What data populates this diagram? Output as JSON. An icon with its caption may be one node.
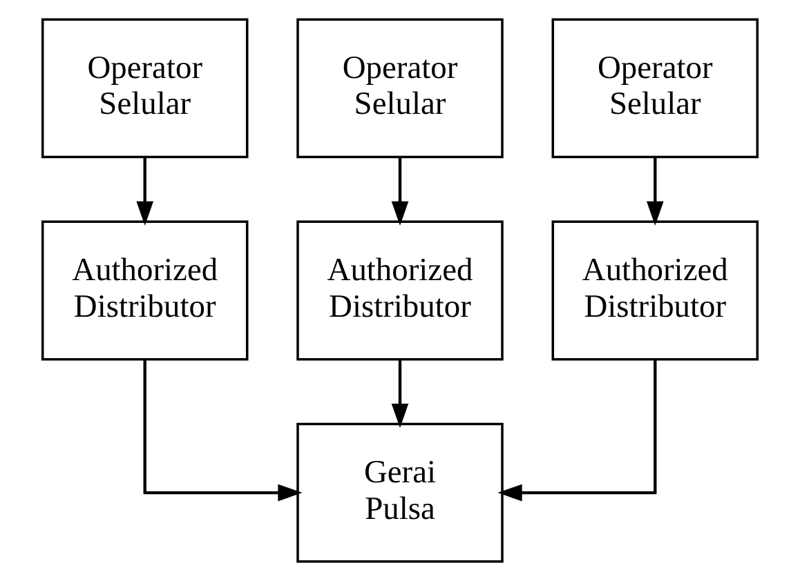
{
  "diagram": {
    "nodes": [
      {
        "text": [
          "Operator Selular"
        ]
      },
      {
        "text": [
          "Operator Selular"
        ]
      },
      {
        "text": [
          "Operator Selular"
        ]
      },
      {
        "text": [
          "Authorized Distributor"
        ]
      },
      {
        "text": [
          "Authorized Distributor"
        ]
      },
      {
        "text": [
          "Authorized Distributor"
        ]
      },
      {
        "text": [
          "Gerai Pulsa"
        ]
      }
    ],
    "edges": [
      {
        "from": 0,
        "to": 3,
        "arrow": "to"
      },
      {
        "from": 1,
        "to": 4,
        "arrow": "to"
      },
      {
        "from": 2,
        "to": 5,
        "arrow": "to"
      },
      {
        "from": 3,
        "to": 6,
        "arrow": "to"
      },
      {
        "from": 4,
        "to": 6,
        "arrow": "to"
      },
      {
        "from": 5,
        "to": 6,
        "arrow": "to"
      }
    ]
  }
}
